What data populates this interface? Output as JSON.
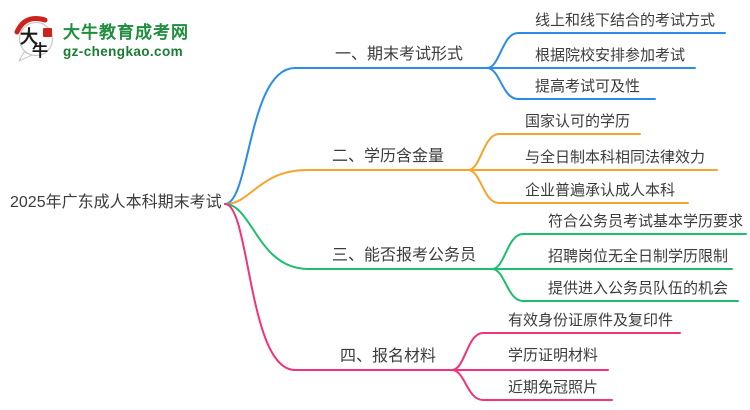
{
  "page": {
    "background": "#ffffff"
  },
  "logo": {
    "icon_char_1": "大",
    "icon_char_2": "牛",
    "site_name": "大牛教育成考网",
    "site_domain": "gz-chengkao.com",
    "brand_green": "#1e8e3e",
    "brand_green_dark": "#187c33",
    "brand_red": "#cc241c"
  },
  "mindmap": {
    "root_title": "2025年广东成人本科期末考试",
    "text_color": "#3c3c3c",
    "branches": [
      {
        "label": "一、期末考试形式",
        "color": "#2b8ceb",
        "items": [
          "线上和线下结合的考试方式",
          "根据院校安排参加考试",
          "提高考试可及性"
        ]
      },
      {
        "label": "二、学历含金量",
        "color": "#f7a42b",
        "items": [
          "国家认可的学历",
          "与全日制本科相同法律效力",
          "企业普遍承认成人本科"
        ]
      },
      {
        "label": "三、能否报考公务员",
        "color": "#1dbe6e",
        "items": [
          "符合公务员考试基本学历要求",
          "招聘岗位无全日制学历限制",
          "提供进入公务员队伍的机会"
        ]
      },
      {
        "label": "四、报名材料",
        "color": "#f0337b",
        "items": [
          "有效身份证原件及复印件",
          "学历证明材料",
          "近期免冠照片"
        ]
      }
    ]
  }
}
